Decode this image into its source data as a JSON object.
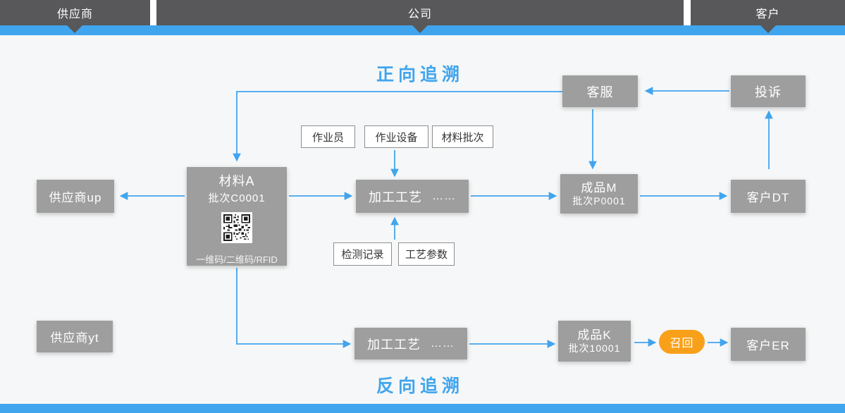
{
  "colors": {
    "accent_blue": "#41a5ee",
    "bar_dark": "#58585a",
    "node_gray": "#9e9e9e",
    "recall_orange": "#f9a01b",
    "background": "#f6f7f8"
  },
  "top_bar": {
    "segments": [
      {
        "label": "供应商"
      },
      {
        "label": "公司"
      },
      {
        "label": "客户"
      }
    ]
  },
  "titles": {
    "forward": "正向追溯",
    "backward": "反向追溯"
  },
  "nodes": {
    "customer_service": {
      "label": "客服"
    },
    "complaint": {
      "label": "投诉"
    },
    "material_a": {
      "title": "材料A",
      "batch": "批次C0001",
      "caption": "一维码/二维码/RFID",
      "icon": "qr-code-icon"
    },
    "supplier_up": {
      "label": "供应商up"
    },
    "process_forward": {
      "label": "加工工艺",
      "ellipsis": "……"
    },
    "product_m": {
      "title": "成品M",
      "batch": "批次P0001"
    },
    "customer_dt": {
      "label": "客户DT"
    },
    "operator": {
      "label": "作业员"
    },
    "equipment": {
      "label": "作业设备"
    },
    "material_batch": {
      "label": "材料批次"
    },
    "inspection_record": {
      "label": "检测记录"
    },
    "process_parameter": {
      "label": "工艺参数"
    },
    "supplier_yt": {
      "label": "供应商yt"
    },
    "process_backward": {
      "label": "加工工艺",
      "ellipsis": "……"
    },
    "product_k": {
      "title": "成品K",
      "batch": "批次10001"
    },
    "recall": {
      "label": "召回"
    },
    "customer_er": {
      "label": "客户ER"
    }
  }
}
